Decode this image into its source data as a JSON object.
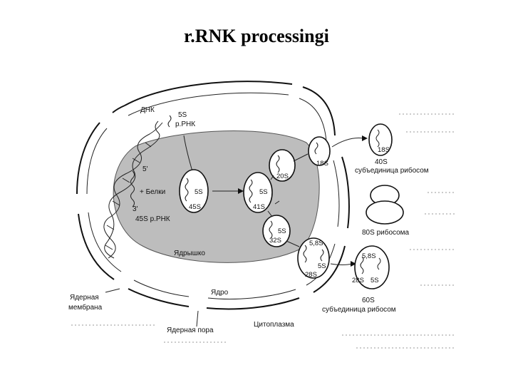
{
  "title": "r.RNK processingi",
  "labels": {
    "dna": "ДНК",
    "s5_top": "5S",
    "rrna_top": "р.РНК",
    "five_prime": "5'",
    "proteins": "+ Белки",
    "three_prime": "3'",
    "rrna45": "45S р.РНК",
    "nucleolus": "Ядрышко",
    "nucleus": "Ядро",
    "nuclear_membrane_1": "Ядерная",
    "nuclear_membrane_2": "мембрана",
    "nuclear_pore": "Ядерная пора",
    "cytoplasm": "Цитоплазма",
    "p1_top": "5S",
    "p1_bot": "45S",
    "p2_top": "5S",
    "p2_bot": "41S",
    "p3_top": "20S",
    "p4_top": "5S",
    "p4_bot": "32S",
    "p5_top": "18S",
    "p6_a": "5,8S",
    "p6_b": "5S",
    "p6_c": "28S",
    "sub40_s": "18S",
    "sub40_name": "40S",
    "sub40_desc": "субъединица рибосом",
    "ribo80": "80S рибосома",
    "sub60_a": "5,8S",
    "sub60_b": "28S",
    "sub60_c": "5S",
    "sub60_name": "60S",
    "sub60_desc": "субъединица рибосом"
  }
}
